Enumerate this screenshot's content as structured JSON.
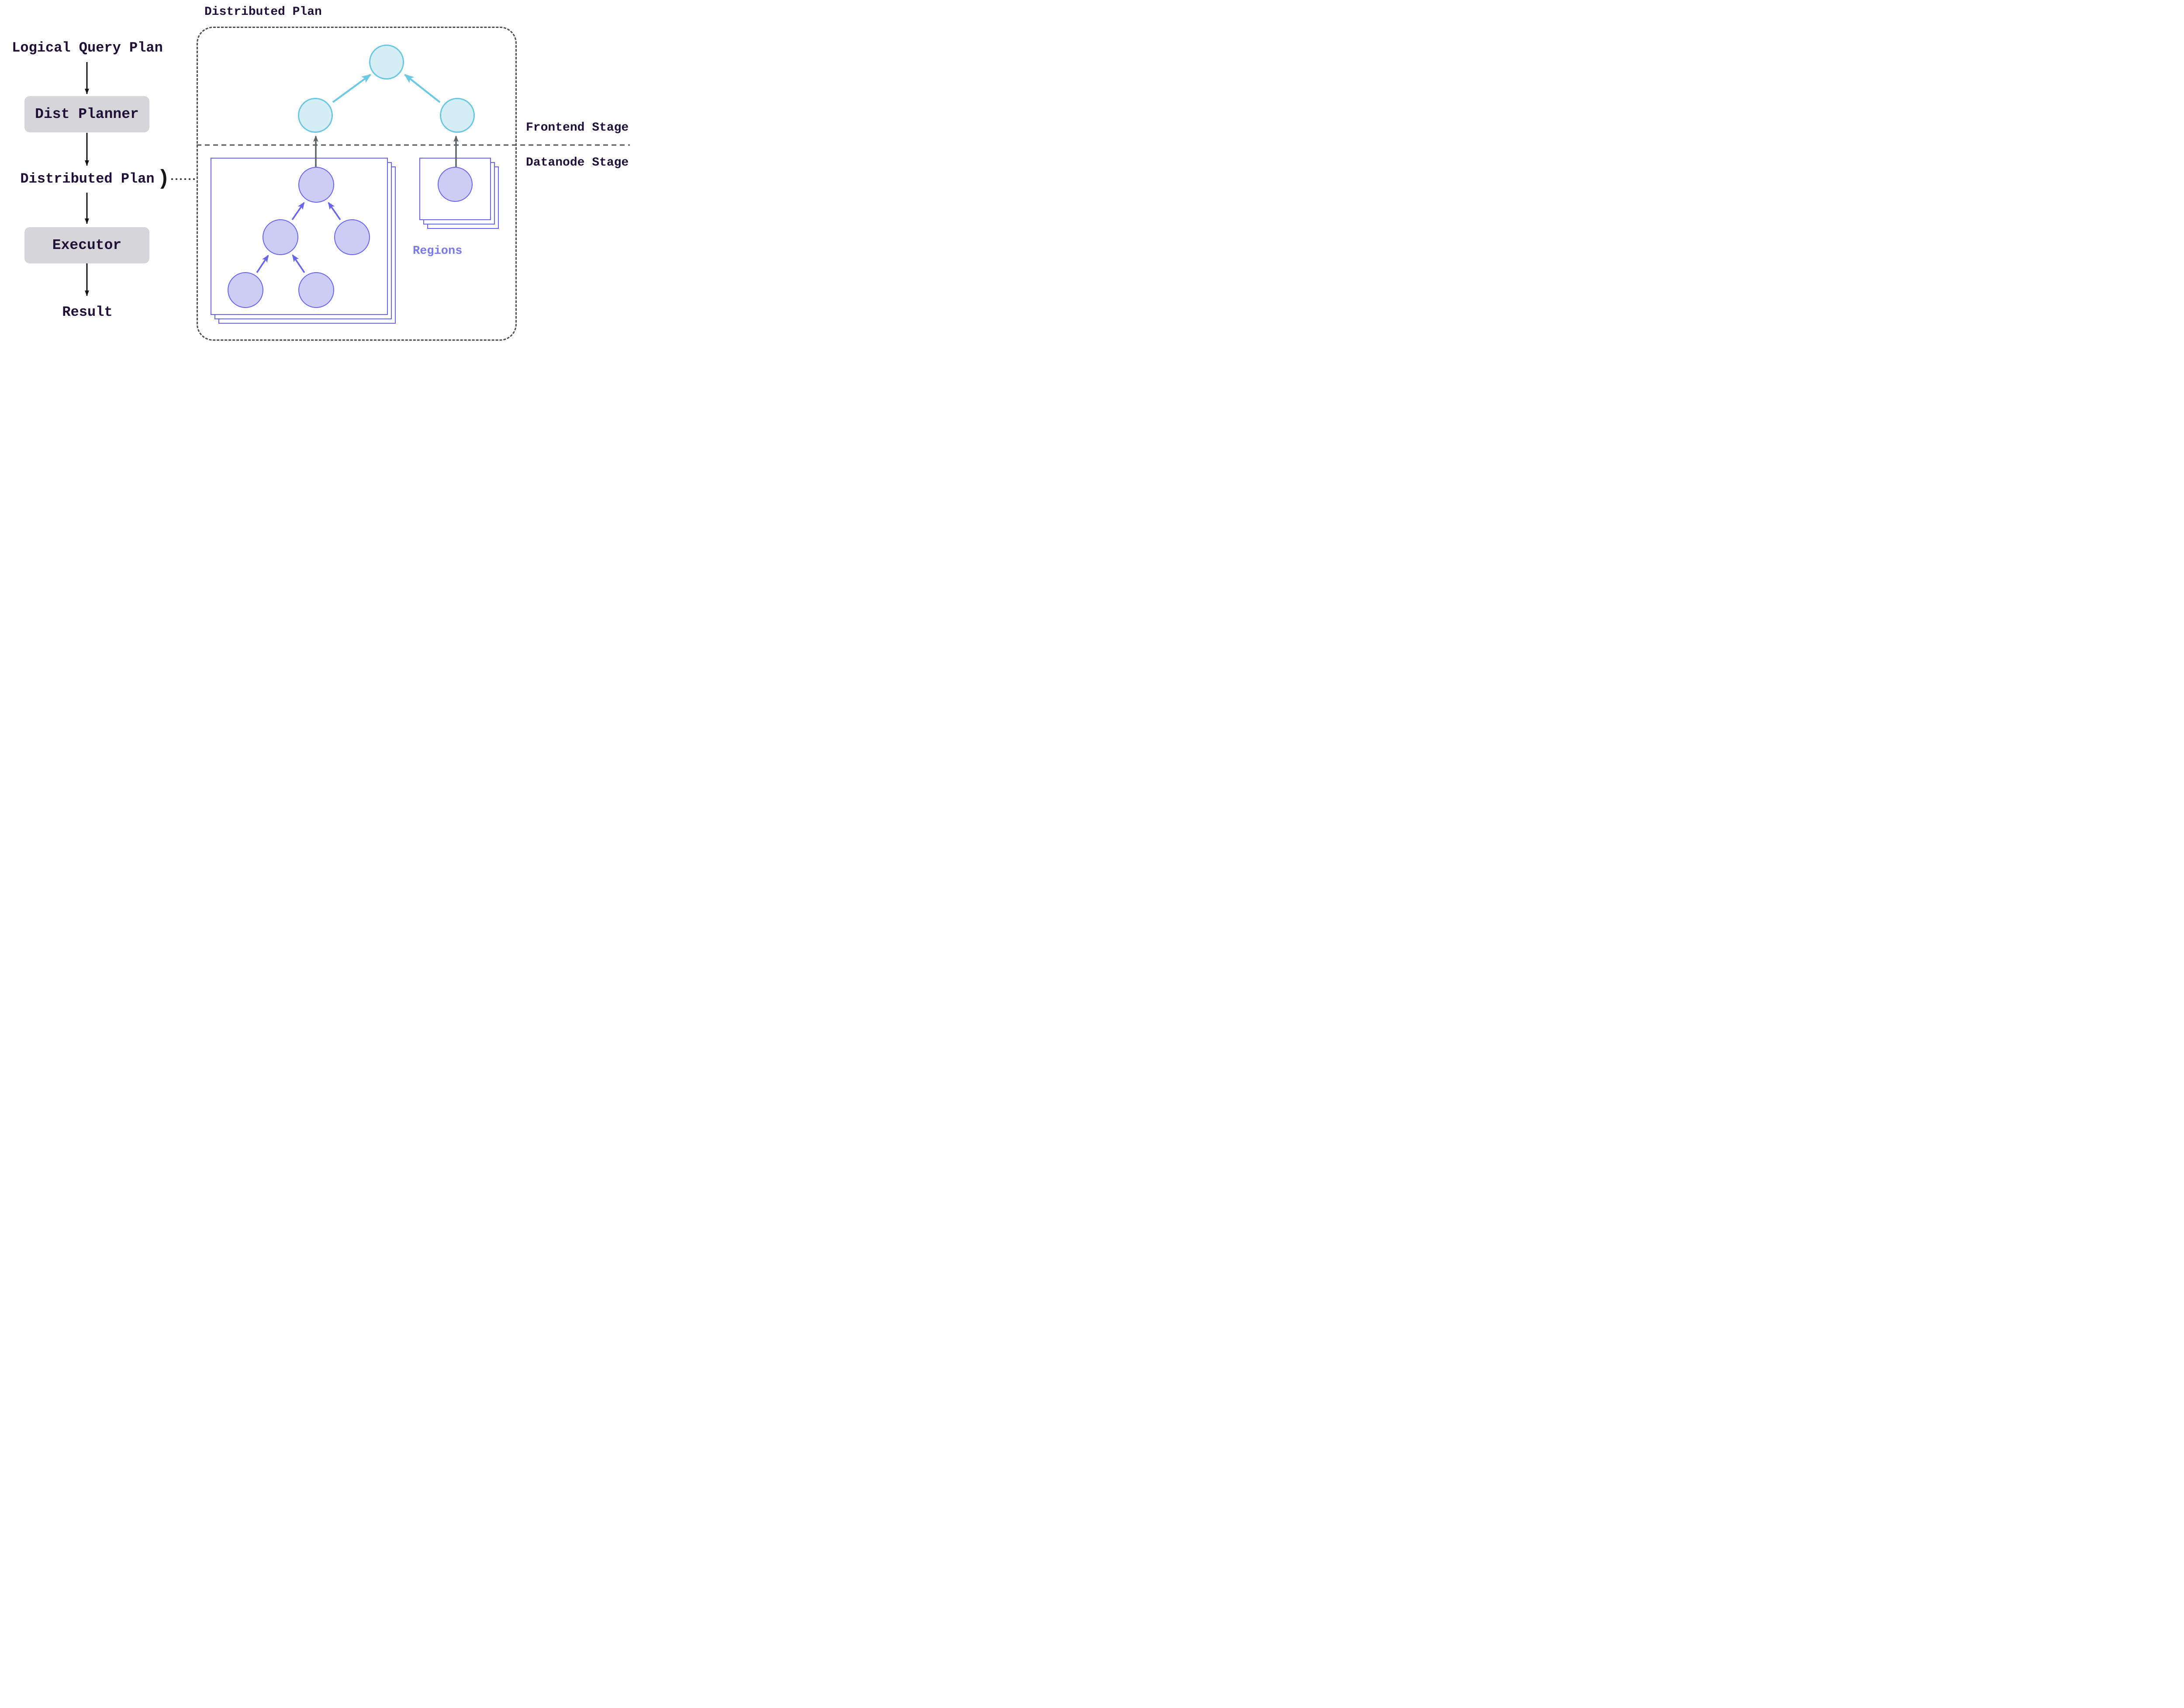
{
  "left_flow": {
    "logical_query_plan": "Logical Query Plan",
    "dist_planner": "Dist Planner",
    "distributed_plan": "Distributed Plan",
    "brace_glyph": ")",
    "executor": "Executor",
    "result": "Result"
  },
  "plan_box": {
    "title": "Distributed Plan",
    "frontend_stage": "Frontend Stage",
    "datanode_stage": "Datanode Stage",
    "regions": "Regions"
  },
  "colors": {
    "text_dark": "#201038",
    "step_box_fill": "#d6d5da",
    "cyan_node_fill": "#d5eef6",
    "cyan_node_border": "#68c8e4",
    "cyan_arrow": "#6ac9e4",
    "purple_node_fill": "#ccccf5",
    "purple_node_border": "#6865ee",
    "purple_arrow": "#6865ec",
    "regions_text": "#7b79f1",
    "dashed_border": "#4f4f4f",
    "gray_arrow": "#5e6269",
    "black_arrow": "#111111"
  }
}
